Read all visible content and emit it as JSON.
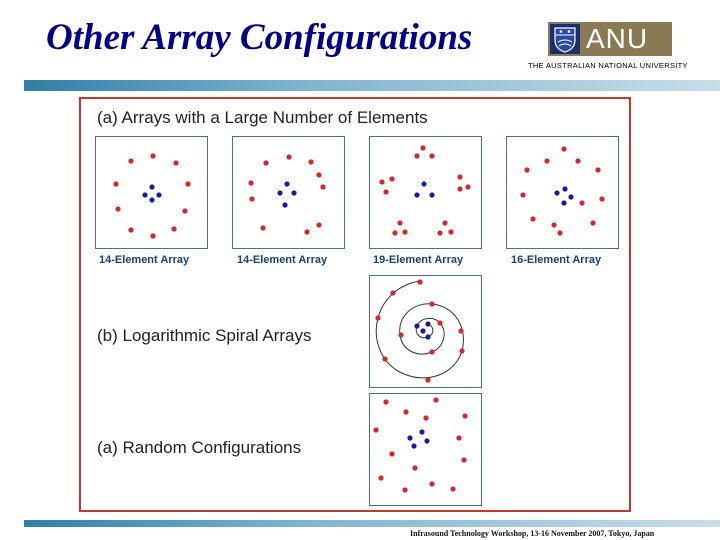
{
  "slide": {
    "title": "Other Array Configurations",
    "logo_text": "ANU",
    "university": "THE AUSTRALIAN NATIONAL UNIVERSITY",
    "footer": "Infrasound Technology Workshop, 13-16 November 2007, Tokyo, Japan"
  },
  "figure": {
    "heading_a1": "(a) Arrays with a Large Number of Elements",
    "heading_b": "(b) Logarithmic Spiral Arrays",
    "heading_a2": "(a) Random Configurations",
    "captions": [
      "14-Element Array",
      "14-Element Array",
      "19-Element Array",
      "16-Element Array"
    ]
  },
  "colors": {
    "title": "#00008b",
    "frame": "#c0392b",
    "red_element": "#d8262b",
    "blue_element": "#1a1aa8",
    "caption": "#173f7a"
  }
}
